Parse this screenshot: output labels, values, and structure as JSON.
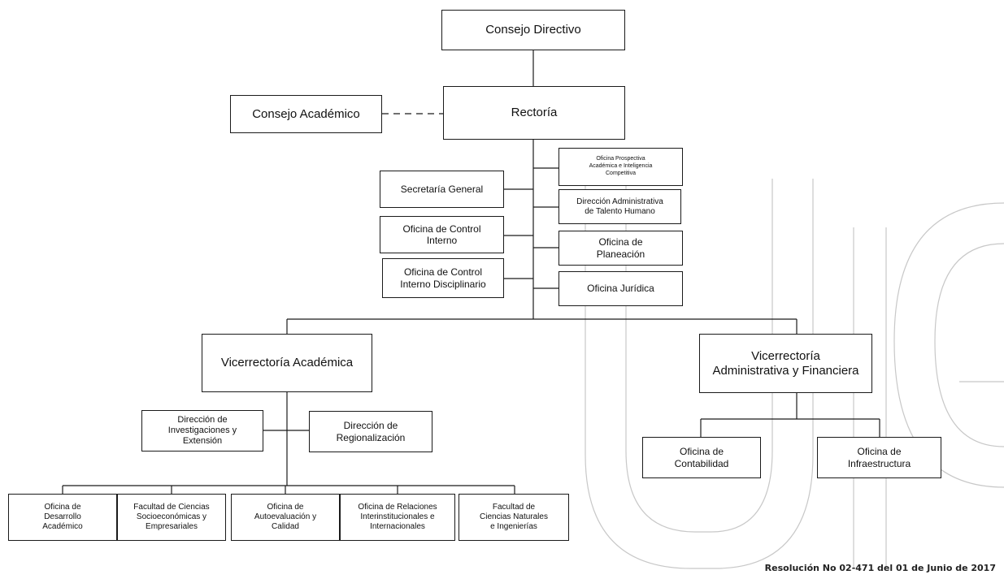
{
  "nodes": {
    "consejo_directivo": "Consejo Directivo",
    "rectoria": "Rectoría",
    "consejo_academico": "Consejo Académico",
    "secretaria_general": "Secretaría General",
    "oficina_control_interno": "Oficina de Control\nInterno",
    "oficina_control_interno_disciplinario": "Oficina de Control\nInterno Disciplinario",
    "oficina_prospectiva": "Oficina Prospectiva\nAcadémica e Inteligencia\nCompetitiva",
    "direccion_talento_humano": "Dirección Administrativa\nde Talento Humano",
    "oficina_planeacion": "Oficina de\nPlaneación",
    "oficina_juridica": "Oficina Jurídica",
    "vicerrectoria_academica": "Vicerrectoría Académica",
    "vicerrectoria_administrativa": "Vicerrectoría\nAdministrativa y Financiera",
    "direccion_investigaciones": "Dirección de\nInvestigaciones y\nExtensión",
    "direccion_regionalizacion": "Dirección de\nRegionalización",
    "oficina_desarrollo_academico": "Oficina de\nDesarrollo\nAcadémico",
    "facultad_ciencias_socioeconomicas": "Facultad de Ciencias\nSocioeconómicas y\nEmpresariales",
    "oficina_autoevaluacion": "Oficina de\nAutoevaluación y\nCalidad",
    "oficina_relaciones_interinstitucionales": "Oficina de Relaciones\nInterinstitucionales e\nInternacionales",
    "facultad_ciencias_naturales": "Facultad de\nCiencias Naturales\ne Ingenierías",
    "oficina_contabilidad": "Oficina de\nContabilidad",
    "oficina_infraestructura": "Oficina de\nInfraestructura"
  },
  "footnote": "Resolución No 02-471 del 01 de Junio de 2017",
  "colors": {
    "line": "#1a1a1a",
    "box_border": "#1a1a1a",
    "watermark": "#c8c8c8"
  }
}
